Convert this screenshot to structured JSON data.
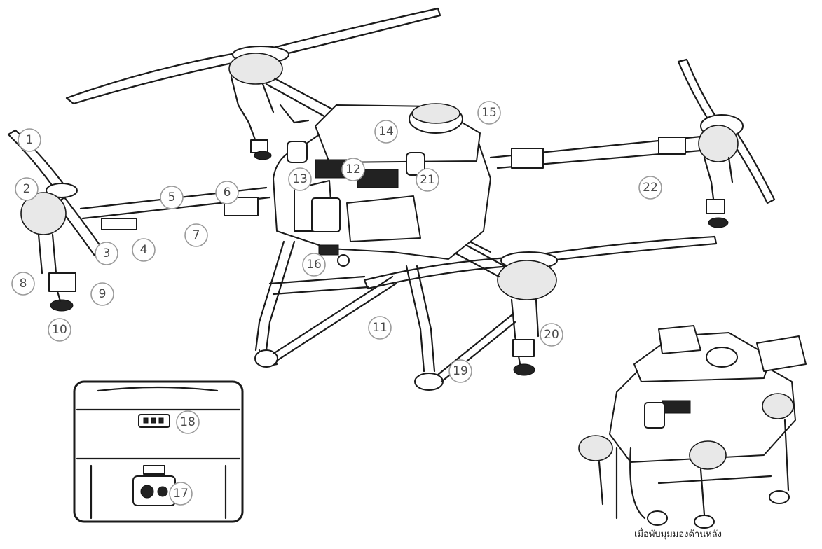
{
  "diagram": {
    "callouts": [
      {
        "id": "c1",
        "label": "1"
      },
      {
        "id": "c2",
        "label": "2"
      },
      {
        "id": "c3",
        "label": "3"
      },
      {
        "id": "c4",
        "label": "4"
      },
      {
        "id": "c5",
        "label": "5"
      },
      {
        "id": "c6",
        "label": "6"
      },
      {
        "id": "c7",
        "label": "7"
      },
      {
        "id": "c8",
        "label": "8"
      },
      {
        "id": "c9",
        "label": "9"
      },
      {
        "id": "c10",
        "label": "10"
      },
      {
        "id": "c11",
        "label": "11"
      },
      {
        "id": "c12",
        "label": "12"
      },
      {
        "id": "c13",
        "label": "13"
      },
      {
        "id": "c14",
        "label": "14"
      },
      {
        "id": "c15",
        "label": "15"
      },
      {
        "id": "c16",
        "label": "16"
      },
      {
        "id": "c17",
        "label": "17"
      },
      {
        "id": "c18",
        "label": "18"
      },
      {
        "id": "c19",
        "label": "19"
      },
      {
        "id": "c20",
        "label": "20"
      },
      {
        "id": "c21",
        "label": "21"
      },
      {
        "id": "c22",
        "label": "22"
      }
    ],
    "folded_view_caption": "เมื่อพับมุมมองด้านหลัง"
  }
}
